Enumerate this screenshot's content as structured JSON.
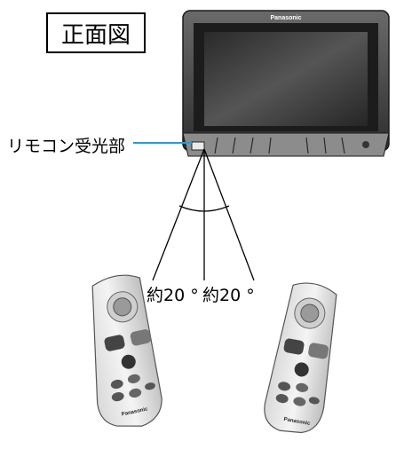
{
  "title": "正面図",
  "sensor_label": "リモコン受光部",
  "angle_left": "約20 °",
  "angle_right": "約20 °",
  "monitor_brand": "Panasonic",
  "remote_brand": "Panasonic",
  "colors": {
    "callout_line": "#1ea0d8",
    "bezel": "#4a4a4a",
    "screen": "#3a3a3a"
  }
}
